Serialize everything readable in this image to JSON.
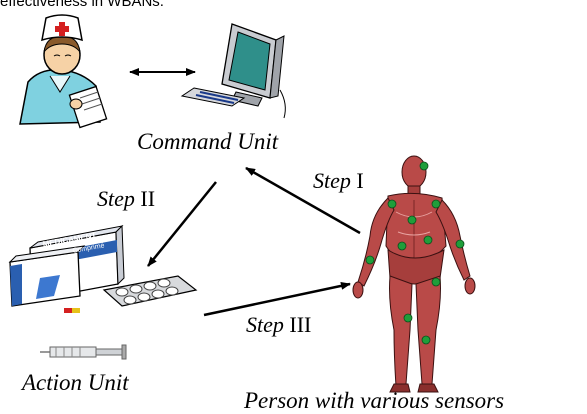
{
  "header_text": "effectiveness in WBANs.",
  "labels": {
    "command_unit": "Command Unit",
    "action_unit": "Action Unit",
    "person": "Person with various sensors",
    "step1_word": "Step",
    "step1_num": "I",
    "step2_word": "Step",
    "step2_num": "II",
    "step3_word": "Step",
    "step3_num": "III"
  },
  "box_text": {
    "brand": "MEDICAMENT",
    "sub": "Comprimé"
  },
  "colors": {
    "muscle": "#b94a48",
    "sensor": "#1f9e3a",
    "monitor": "#2f8f8a",
    "box_blue": "#2a5fb0"
  }
}
